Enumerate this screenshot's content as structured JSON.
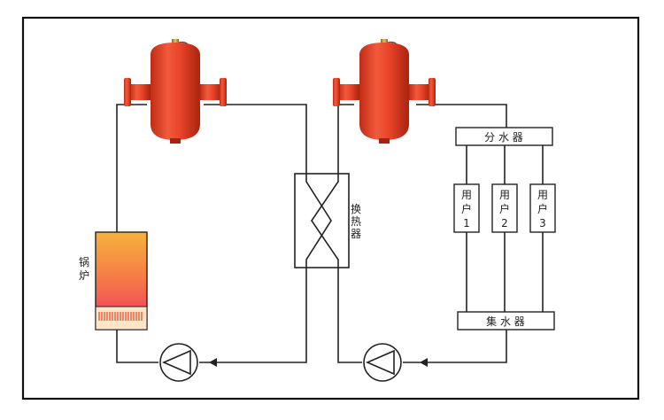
{
  "labels": {
    "boiler": "锅\n炉",
    "heat_exchanger": "换\n热\n器",
    "distributor": "分 水 器",
    "collector": "集 水 器",
    "users": [
      "用\n户\n1",
      "用\n户\n2",
      "用\n户\n3"
    ]
  },
  "colors": {
    "frame": "#111111",
    "pipe": "#222222",
    "separator_body": "#e8442a",
    "separator_shade": "#b82a14",
    "brass_valve": "#c9a24a",
    "boiler_top": "#f7b23b",
    "boiler_bottom": "#ee2f6a"
  },
  "icons": [
    "air-separator-icon",
    "circulation-pump-icon",
    "flow-arrow-icon"
  ]
}
